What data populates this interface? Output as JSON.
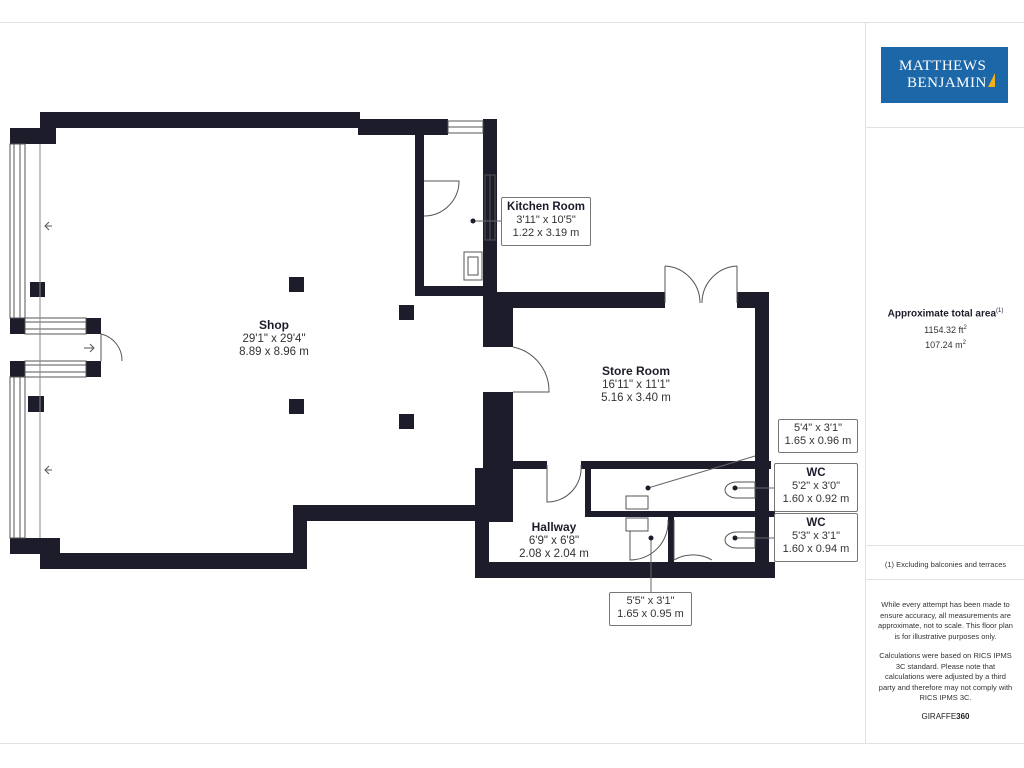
{
  "brand": {
    "line1": "MATTHEWS",
    "line2": "BENJAMIN",
    "logo_color": "#1b67a8",
    "accent_color": "#f2b01e"
  },
  "summary": {
    "title": "Approximate total area",
    "title_note": "(1)",
    "sq_ft": "1154.32 ft",
    "sq_m": "107.24 m",
    "unit_power": "2",
    "footnote": "(1) Excluding balconies and terraces",
    "disclaimer_1": "While every attempt has been made to ensure accuracy, all measurements are approximate, not to scale. This floor plan is for illustrative purposes only.",
    "disclaimer_2": "Calculations were based on RICS IPMS 3C standard. Please note that calculations were adjusted by a third party and therefore may not comply with RICS IPMS 3C.",
    "credit_bold": "GIRAFFE",
    "credit_num": "360"
  },
  "rooms": {
    "shop": {
      "name": "Shop",
      "imperial": "29'1\" x 29'4\"",
      "metric": "8.89 x 8.96 m"
    },
    "kitchen": {
      "name": "Kitchen Room",
      "imperial": "3'11\" x 10'5\"",
      "metric": "1.22 x 3.19 m"
    },
    "store": {
      "name": "Store Room",
      "imperial": "16'11\" x 11'1\"",
      "metric": "5.16 x 3.40 m"
    },
    "hallway": {
      "name": "Hallway",
      "imperial": "6'9\" x 6'8\"",
      "metric": "2.08 x 2.04 m"
    },
    "wc1": {
      "name": "WC",
      "imperial": "5'2\" x 3'0\"",
      "metric": "1.60 x 0.92 m"
    },
    "wc2": {
      "name": "WC",
      "imperial": "5'3\" x 3'1\"",
      "metric": "1.60 x 0.94 m"
    },
    "cubicle_upper": {
      "imperial": "5'4\" x 3'1\"",
      "metric": "1.65 x 0.96 m"
    },
    "cubicle_lower": {
      "imperial": "5'5\" x 3'1\"",
      "metric": "1.65 x 0.95 m"
    }
  },
  "colors": {
    "wall": "#1c1c2b",
    "line": "#555555"
  }
}
